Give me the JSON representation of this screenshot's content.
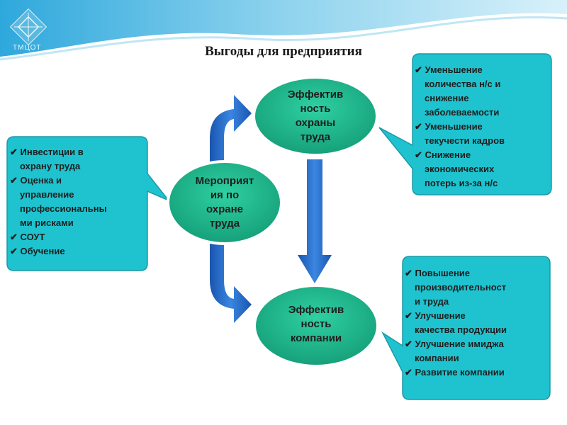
{
  "header": {
    "logo_text": "ТМЦОТ"
  },
  "title": "Выгоды для предприятия",
  "nodes": {
    "activities": [
      "Мероприят",
      "ия по",
      "охране",
      "труда"
    ],
    "safety_efficiency": [
      "Эффектив",
      "ность",
      "охраны",
      "труда"
    ],
    "company_efficiency": [
      "Эффектив",
      "ность",
      "компании"
    ]
  },
  "callouts": {
    "left": [
      {
        "check": true,
        "text": "Инвестиции в"
      },
      {
        "check": false,
        "text": "охрану труда"
      },
      {
        "check": true,
        "text": "Оценка и"
      },
      {
        "check": false,
        "text": "управление"
      },
      {
        "check": false,
        "text": "профессиональны"
      },
      {
        "check": false,
        "text": "ми рисками"
      },
      {
        "check": true,
        "text": "СОУТ"
      },
      {
        "check": true,
        "text": "Обучение"
      }
    ],
    "top_right": [
      {
        "check": true,
        "text": "Уменьшение"
      },
      {
        "check": false,
        "text": "количества н/с и"
      },
      {
        "check": false,
        "text": "снижение"
      },
      {
        "check": false,
        "text": "заболеваемости"
      },
      {
        "check": true,
        "text": "Уменьшение"
      },
      {
        "check": false,
        "text": "текучести кадров"
      },
      {
        "check": true,
        "text": "Снижение"
      },
      {
        "check": false,
        "text": "экономических"
      },
      {
        "check": false,
        "text": "потерь из-за н/с"
      }
    ],
    "bottom_right": [
      {
        "check": true,
        "text": "Повышение"
      },
      {
        "check": false,
        "text": "производительност"
      },
      {
        "check": false,
        "text": "и труда"
      },
      {
        "check": true,
        "text": "Улучшение"
      },
      {
        "check": false,
        "text": "качества продукции"
      },
      {
        "check": true,
        "text": "Улучшение имиджа"
      },
      {
        "check": false,
        "text": "компании"
      },
      {
        "check": true,
        "text": "Развитие компании"
      }
    ]
  },
  "colors": {
    "callout": "#1ec3cf",
    "ellipse": "#22b58f",
    "arrow": "#1f66c8",
    "banner": "#3fb5e0"
  }
}
